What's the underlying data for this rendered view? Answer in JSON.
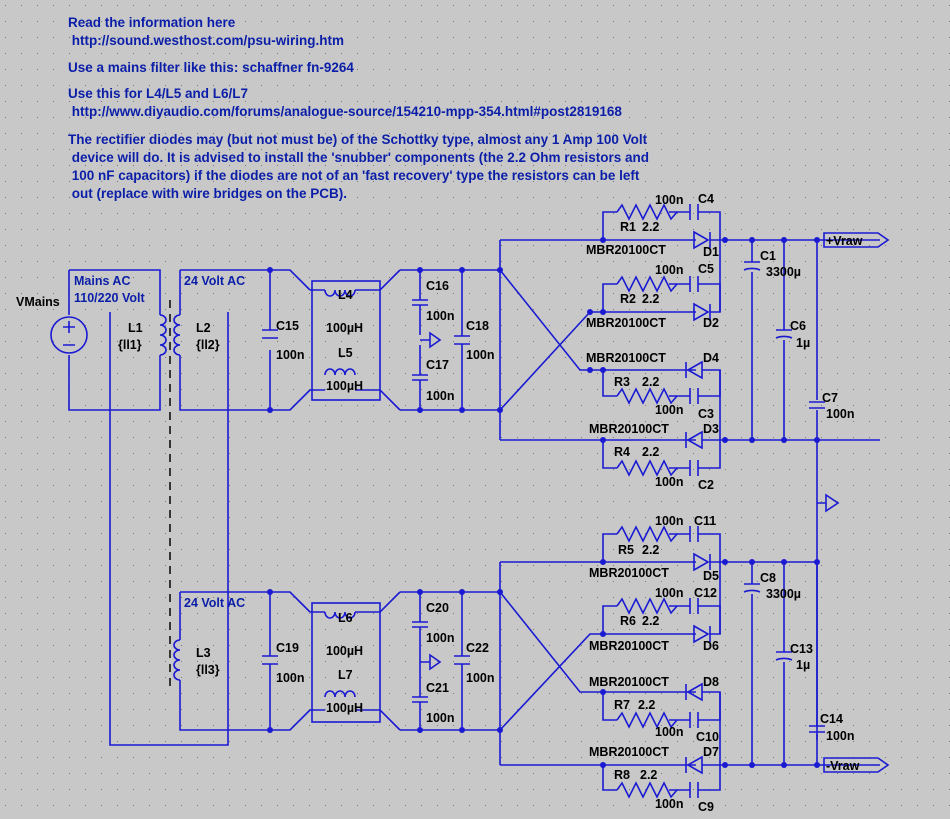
{
  "notes": {
    "line1": "Read the information here",
    "line2": " http://sound.westhost.com/psu-wiring.htm",
    "line3": "Use a mains filter like this: schaffner fn-9264",
    "line4": "Use this for L4/L5 and L6/L7",
    "line5": " http://www.diyaudio.com/forums/analogue-source/154210-mpp-354.html#post2819168",
    "para_1": "The rectifier diodes may (but not must be) of the Schottky type, almost any 1 Amp 100 Volt",
    "para_2": " device will do. It is advised to install the 'snubber' components (the 2.2 Ohm resistors and",
    "para_3": " 100 nF capacitors) if the diodes are not of an 'fast recovery' type the resistors can be left",
    "para_4": " out (replace with wire bridges on the PCB)."
  },
  "source": {
    "name": "VMains"
  },
  "transformer": {
    "title1": "Mains AC",
    "title2": "110/220 Volt",
    "sec_top": "24 Volt AC",
    "sec_bot": "24 Volt AC",
    "l1": "L1",
    "l1v": "{ll1}",
    "l2": "L2",
    "l2v": "{ll2}",
    "l3": "L3",
    "l3v": "{ll3}"
  },
  "caps": {
    "c15": "C15",
    "c19": "C19",
    "c16": "C16",
    "c17": "C17",
    "c18": "C18",
    "c20": "C20",
    "c21": "C21",
    "c22": "C22",
    "c1": "C1",
    "c8": "C8",
    "c6": "C6",
    "c13": "C13",
    "c7": "C7",
    "c14": "C14",
    "c2": "C2",
    "c3": "C3",
    "c4": "C4",
    "c5": "C5",
    "c9": "C9",
    "c10": "C10",
    "c11": "C11",
    "c12": "C12"
  },
  "values": {
    "n100": "100n",
    "u100": "100µH",
    "big": "3300µ",
    "one": "1µ",
    "r22": "2.2"
  },
  "inductors": {
    "l4": "L4",
    "l5": "L5",
    "l6": "L6",
    "l7": "L7"
  },
  "resistors": {
    "r1": "R1",
    "r2": "R2",
    "r3": "R3",
    "r4": "R4",
    "r5": "R5",
    "r6": "R6",
    "r7": "R7",
    "r8": "R8"
  },
  "diodes": {
    "d1": "D1",
    "d2": "D2",
    "d3": "D3",
    "d4": "D4",
    "d5": "D5",
    "d6": "D6",
    "d7": "D7",
    "d8": "D8",
    "part": "MBR20100CT"
  },
  "outputs": {
    "pos": "+Vraw",
    "neg": "-Vraw"
  }
}
